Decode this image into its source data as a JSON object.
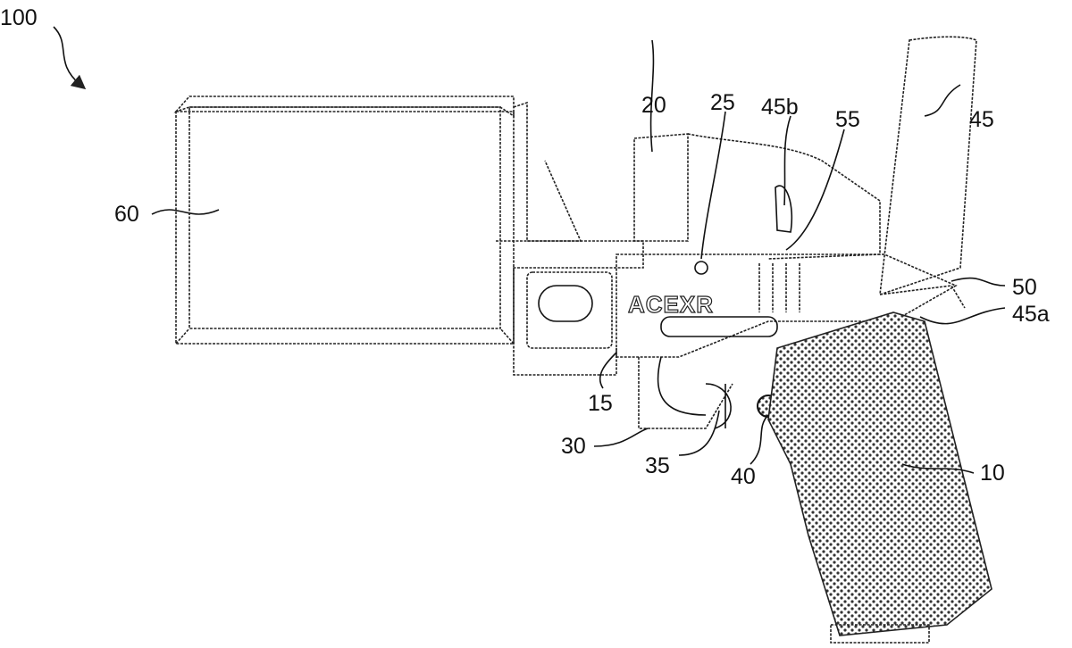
{
  "figure": {
    "reference_numerals": {
      "assembly": "100",
      "stock_box": "60",
      "upper_housing": "20",
      "pin": "25",
      "lever_upper": "45b",
      "slot": "55",
      "arm": "45",
      "pivot": "50",
      "lever_lower": "45a",
      "frame": "15",
      "trigger_guard": "30",
      "trigger": "35",
      "safety": "40",
      "grip": "10"
    },
    "marking_text": "ACEXR"
  }
}
